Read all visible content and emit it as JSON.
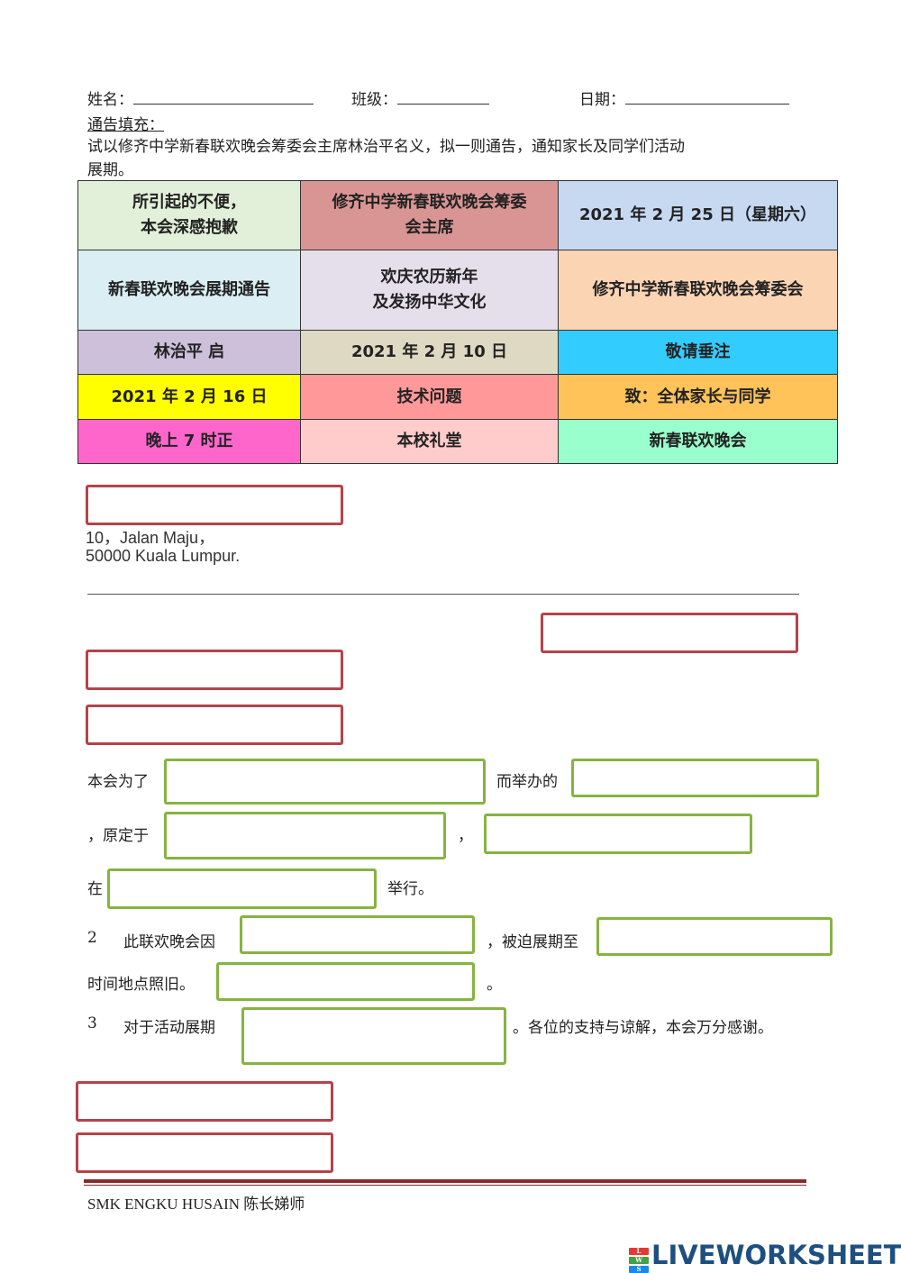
{
  "header": {
    "name_label": "姓名：",
    "class_label": "班级：",
    "date_label": "日期："
  },
  "instructions": {
    "title": "通告填充：",
    "line1": "试以修齐中学新春联欢晚会筹委会主席林治平名义，拟一则通告，通知家长及同学们活动",
    "line2": "展期。"
  },
  "options": {
    "rows": [
      [
        {
          "text": "所引起的不便，\n本会深感抱歉",
          "color": "#e2efd9"
        },
        {
          "text": "修齐中学新春联欢晚会筹委\n会主席",
          "color": "#d99594"
        },
        {
          "text": "2021 年 2 月 25 日（星期六）",
          "color": "#c6d9f1"
        }
      ],
      [
        {
          "text": "新春联欢晚会展期通告",
          "color": "#daeef3"
        },
        {
          "text": "欢庆农历新年\n及发扬中华文化",
          "color": "#e5dfec"
        },
        {
          "text": "修齐中学新春联欢晚会筹委会",
          "color": "#fbd4b4"
        }
      ],
      [
        {
          "text": "林治平    启",
          "color": "#ccc0da"
        },
        {
          "text": "2021 年 2 月 10 日",
          "color": "#ddd9c3"
        },
        {
          "text": "敬请垂注",
          "color": "#33ccff"
        }
      ],
      [
        {
          "text": "2021 年 2 月 16 日",
          "color": "#ffff00"
        },
        {
          "text": "技术问题",
          "color": "#ff9999"
        },
        {
          "text": "致：全体家长与同学",
          "color": "#ffc35a"
        }
      ],
      [
        {
          "text": "晚上 7 时正",
          "color": "#ff66cc"
        },
        {
          "text": "本校礼堂",
          "color": "#ffcccc"
        },
        {
          "text": "新春联欢晚会",
          "color": "#99ffcc"
        }
      ]
    ]
  },
  "address": {
    "line1": "10，Jalan Maju，",
    "line2": "50000 Kuala Lumpur."
  },
  "body": {
    "p1_a": "本会为了",
    "p1_b": "而举办的",
    "p1_c": "，原定于",
    "p1_d": "，",
    "p1_e": "在",
    "p1_f": "举行。",
    "p2_num": "2",
    "p2_a": "此联欢晚会因",
    "p2_b": "，被迫展期至",
    "p2_c": "时间地点照旧。",
    "p2_d": "。",
    "p3_num": "3",
    "p3_a": "对于活动展期",
    "p3_b": "。各位的支持与谅解，本会万分感谢。"
  },
  "footer": {
    "text": "SMK ENGKU HUSAIN 陈长娣师"
  },
  "brand": {
    "name": "LIVEWORKSHEETS",
    "mark_letters": [
      "L",
      "W",
      "S"
    ],
    "mark_colors": [
      "#e53935",
      "#43a047",
      "#1e88e5"
    ]
  },
  "colors": {
    "answer_box_red": "#b5434a",
    "answer_box_green": "#86b342"
  }
}
